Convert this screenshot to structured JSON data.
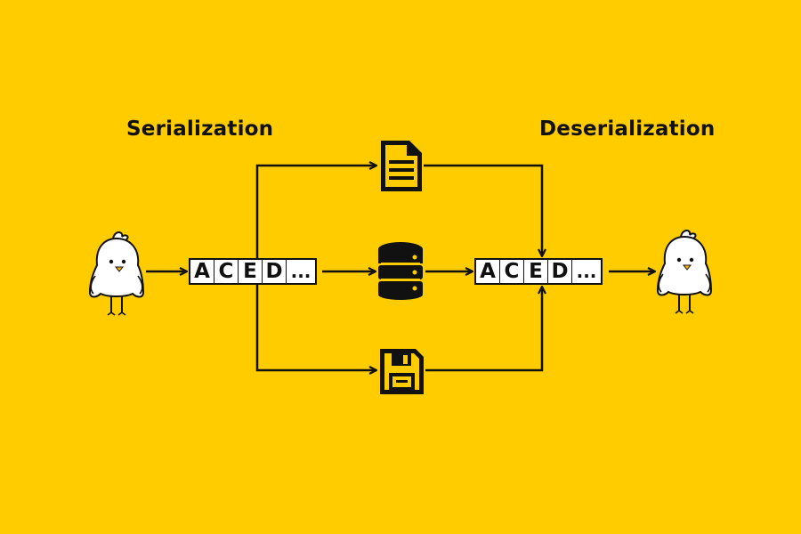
{
  "headings": {
    "serialization": "Serialization",
    "deserialization": "Deserialization"
  },
  "byte_stream": [
    "A",
    "C",
    "E",
    "D",
    "..."
  ],
  "icons": {
    "object_left": "chick-icon",
    "object_right": "chick-icon",
    "storage_top": "document-icon",
    "storage_middle": "database-icon",
    "storage_bottom": "floppy-disk-icon"
  },
  "colors": {
    "background": "#FFCC00",
    "stroke": "#111111",
    "bird_beak": "#F5B400"
  }
}
